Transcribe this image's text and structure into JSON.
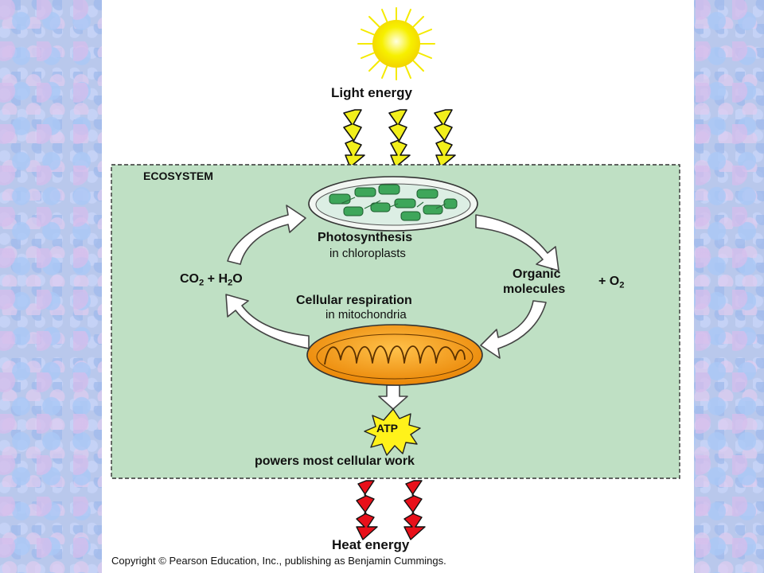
{
  "diagram": {
    "light_energy": "Light energy",
    "ecosystem": "ECOSYSTEM",
    "photosynthesis": {
      "title": "Photosynthesis",
      "subtitle": "in chloroplasts"
    },
    "cellular_respiration": {
      "title": "Cellular respiration",
      "subtitle": "in mitochondria"
    },
    "inputs": {
      "co2": {
        "text": "CO",
        "sub": "2"
      },
      "plus": " + ",
      "h2o": {
        "text": "H",
        "sub": "2",
        "tail": "O"
      }
    },
    "outputs": {
      "organic_line1": "Organic",
      "organic_line2": "molecules",
      "o2": {
        "prefix": "+ O",
        "sub": "2"
      }
    },
    "atp": "ATP",
    "powers": "powers most cellular work",
    "heat_energy": "Heat energy",
    "copyright": "Copyright © Pearson Education, Inc., publishing as Benjamin Cummings."
  },
  "colors": {
    "ecosystem_fill": "#bfe0c4",
    "sun": "#f7f000",
    "light_bolt": "#f2ef1b",
    "heat_bolt": "#e8101a",
    "mitochondrion": "#f19a12",
    "chloroplast_thylakoid": "#3ea65a",
    "atp_burst": "#fff21a",
    "background": "#b9c8ec"
  }
}
